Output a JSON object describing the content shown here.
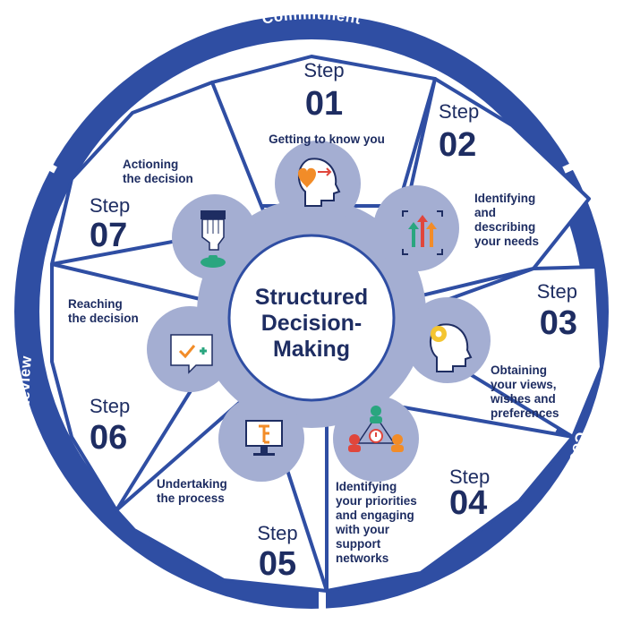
{
  "colors": {
    "navy": "#1e2d62",
    "ring_blue": "#2f4ea3",
    "lavender": "#a4aed2",
    "orange": "#f28c28",
    "teal": "#2aa67f",
    "red": "#e0463c",
    "yellow": "#f4c531"
  },
  "ring": {
    "top_label": "Commitment",
    "right_label": "Coordination",
    "left_label": "Reflection and Review"
  },
  "center": {
    "title_lines": [
      "Structured",
      "Decision-",
      "Making"
    ]
  },
  "steps": [
    {
      "word": "Step",
      "number": "01",
      "desc": [
        "Getting to know you"
      ],
      "icon": "head-heart-icon"
    },
    {
      "word": "Step",
      "number": "02",
      "desc": [
        "Identifying",
        "and",
        "describing",
        "your needs"
      ],
      "icon": "arrows-icon"
    },
    {
      "word": "Step",
      "number": "03",
      "desc": [
        "Obtaining",
        "your views,",
        "wishes and",
        "preferences"
      ],
      "icon": "head-gear-icon"
    },
    {
      "word": "Step",
      "number": "04",
      "desc": [
        "Identifying",
        "your priorities",
        "and engaging",
        "with your",
        "support",
        "networks"
      ],
      "icon": "network-people-icon"
    },
    {
      "word": "Step",
      "number": "05",
      "desc": [
        "Undertaking",
        "the process"
      ],
      "icon": "monitor-icon"
    },
    {
      "word": "Step",
      "number": "06",
      "desc": [
        "Reaching",
        "the decision"
      ],
      "icon": "chat-check-icon"
    },
    {
      "word": "Step",
      "number": "07",
      "desc": [
        "Actioning",
        "the decision"
      ],
      "icon": "hand-press-icon"
    }
  ]
}
